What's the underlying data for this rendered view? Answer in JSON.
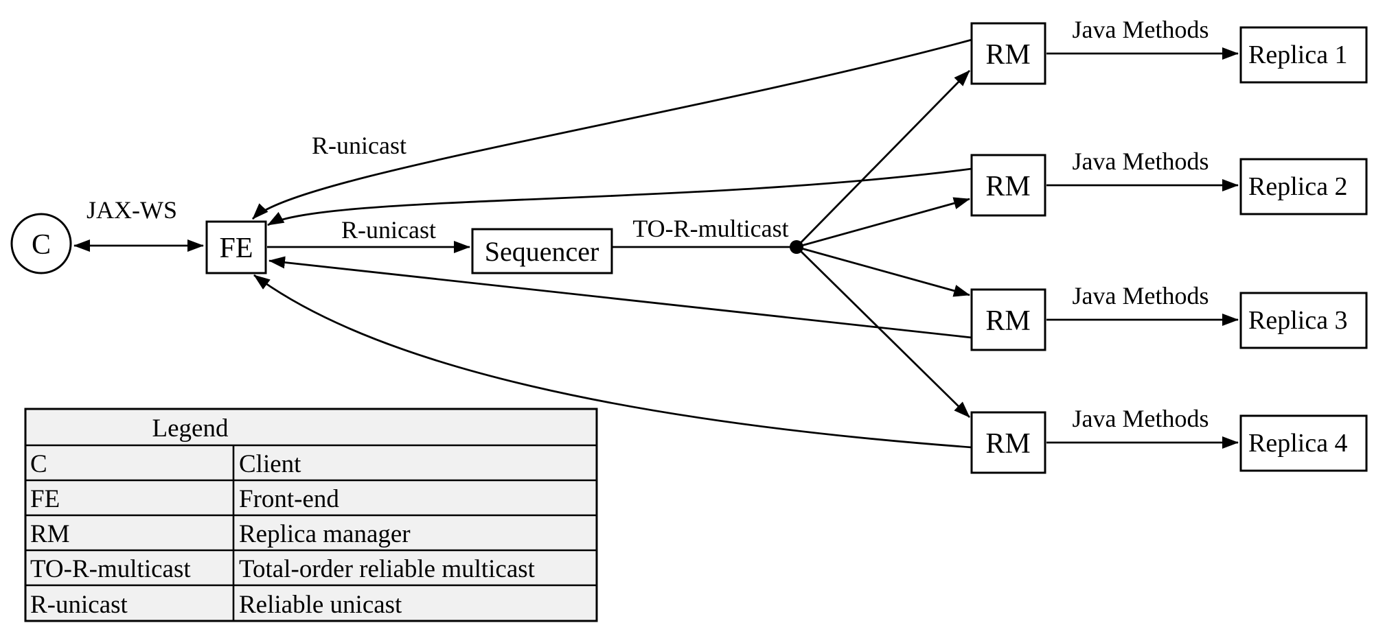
{
  "diagram": {
    "client_label": "C",
    "frontend_label": "FE",
    "sequencer_label": "Sequencer",
    "rm_label": "RM",
    "replicas": [
      "Replica 1",
      "Replica 2",
      "Replica 3",
      "Replica 4"
    ],
    "edge_labels": {
      "jaxws": "JAX-WS",
      "r_unicast_top": "R-unicast",
      "r_unicast_mid": "R-unicast",
      "to_r_multicast": "TO-R-multicast",
      "java_methods": "Java Methods"
    }
  },
  "legend": {
    "title": "Legend",
    "rows": [
      {
        "term": "C",
        "definition": "Client"
      },
      {
        "term": "FE",
        "definition": "Front-end"
      },
      {
        "term": "RM",
        "definition": "Replica manager"
      },
      {
        "term": "TO-R-multicast",
        "definition": "Total-order reliable multicast"
      },
      {
        "term": "R-unicast",
        "definition": "Reliable unicast"
      }
    ]
  },
  "colors": {
    "background": "#ffffff",
    "line": "#000000",
    "legend_fill": "#f1f1f1"
  }
}
